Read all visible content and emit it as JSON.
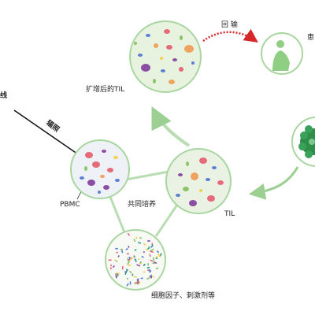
{
  "labels": {
    "edge_text": "线",
    "irradiation": "辐照",
    "pbmc": "PBMC",
    "co_culture": "共同培养",
    "til": "TIL",
    "expanded_til": "扩增后的TIL",
    "reinfusion": "回 输",
    "patient_partial": "患",
    "cytokines": "细胞因子、刺激剂等"
  },
  "colors": {
    "circle_border": "#a9d6a0",
    "connector": "#b9ddb2",
    "arrow_green": "#9ccf92",
    "arrow_red": "#d62828",
    "patient_fill": "#8fcf84",
    "tumor_fill": "#2f8f49",
    "cell_red": "#e56b7a",
    "cell_purple": "#8a4fa3",
    "cell_orange": "#f0a35e",
    "cell_blue": "#5b7fd6",
    "cell_green": "#8cc26a",
    "cell_yellow": "#f2d04b"
  },
  "icons": {
    "patient": "person-silhouette-icon",
    "tumor": "tumor-cluster-icon"
  }
}
